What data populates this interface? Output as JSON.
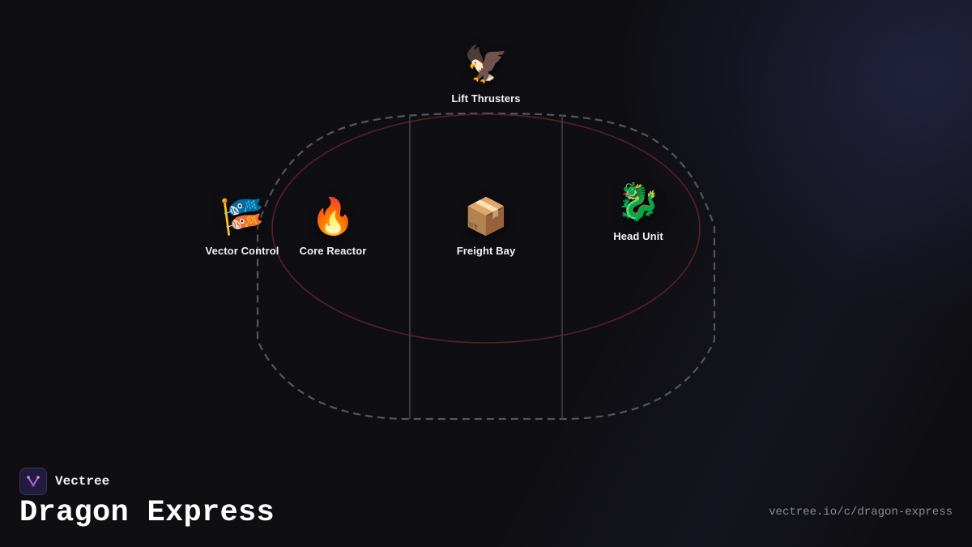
{
  "brand": {
    "name": "Vectree",
    "logo_icon": "vectree-logo-icon",
    "accent": "#b065e8"
  },
  "diagram": {
    "title": "Dragon Express",
    "url": "vectree.io/c/dragon-express",
    "nodes": [
      {
        "id": "lift-thrusters",
        "label": "Lift Thrusters",
        "emoji": "🦅",
        "icon": "eagle-icon"
      },
      {
        "id": "vector-control",
        "label": "Vector Control",
        "emoji": "🎏",
        "icon": "carp-streamer-icon"
      },
      {
        "id": "core-reactor",
        "label": "Core Reactor",
        "emoji": "🔥",
        "icon": "fire-icon"
      },
      {
        "id": "freight-bay",
        "label": "Freight Bay",
        "emoji": "📦",
        "icon": "package-icon"
      },
      {
        "id": "head-unit",
        "label": "Head Unit",
        "emoji": "🐉",
        "icon": "dragon-icon"
      }
    ]
  },
  "colors": {
    "background": "#0f0f13",
    "outline_dashed": "#55555c",
    "inner_ring": "#5a1f28",
    "dividers": "#3c3c42"
  }
}
